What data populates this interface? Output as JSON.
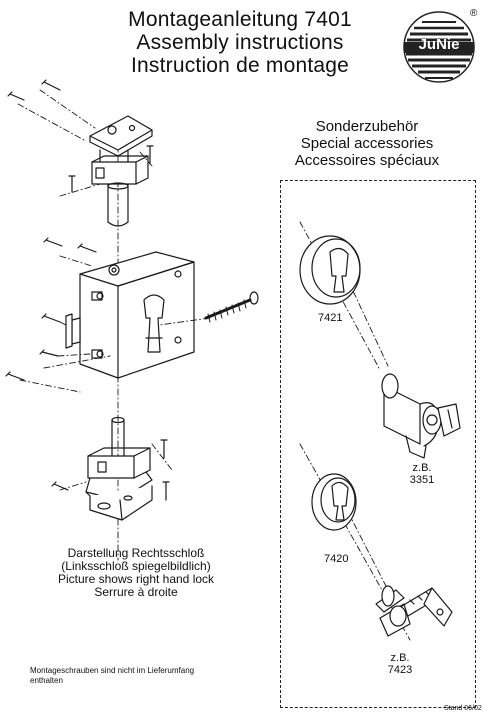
{
  "header": {
    "title_de": "Montageanleitung 7401",
    "title_en": "Assembly instructions",
    "title_fr": "Instruction de montage"
  },
  "logo": {
    "brand": "JuNie",
    "registered_mark": "®",
    "icon": "brand-logo-icon"
  },
  "accessories": {
    "title_de": "Sonderzubehör",
    "title_en": "Special accessories",
    "title_fr": "Accessoires spéciaux",
    "items": [
      {
        "code": "7421",
        "prefix": ""
      },
      {
        "code": "3351",
        "prefix": "z.B."
      },
      {
        "code": "7420",
        "prefix": ""
      },
      {
        "code": "7423",
        "prefix": "z.B."
      }
    ]
  },
  "caption": {
    "line1": "Darstellung Rechtsschloß",
    "line2": "(Linksschloß spiegelbildlich)",
    "line3": "Picture shows right hand lock",
    "line4": "Serrure à droite"
  },
  "note": "Montageschrauben sind nicht im Lieferumfang enthalten",
  "stand": "Stand 06/02"
}
